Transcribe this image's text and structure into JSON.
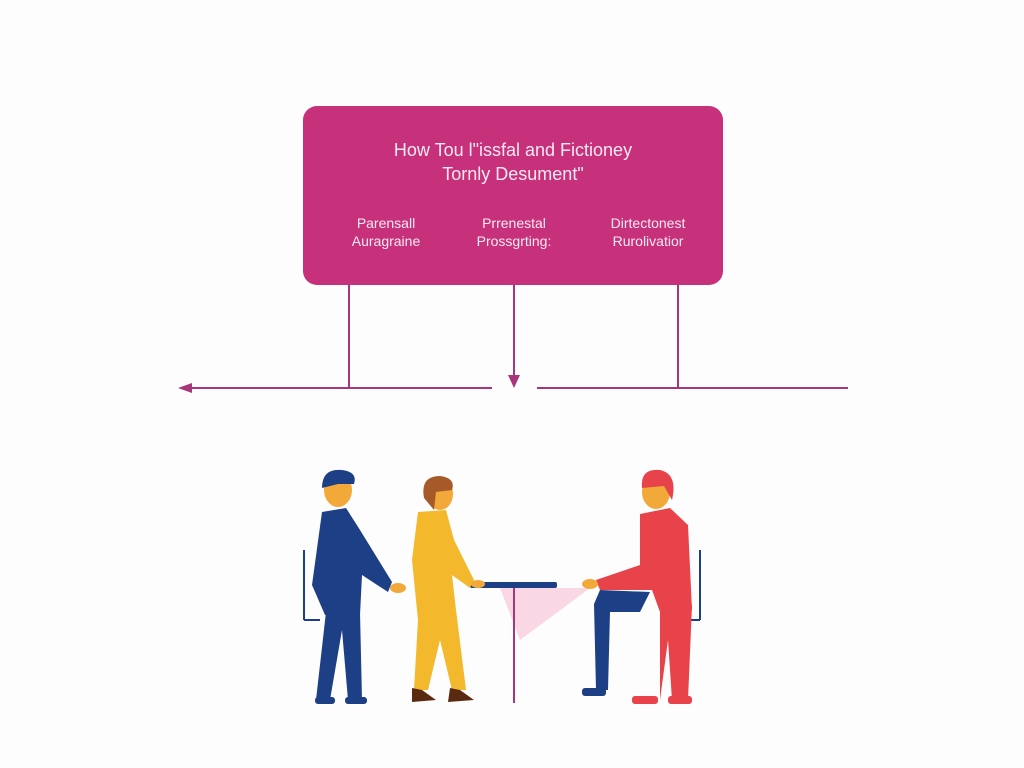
{
  "diagram": {
    "title_line1": "How Tou l\"issfal and Fictioney",
    "title_line2": "Tornly Desument\"",
    "columns": [
      {
        "line1": "Parensall",
        "line2": "Auragraine"
      },
      {
        "line1": "Prrenestal",
        "line2": "Prossgrting:"
      },
      {
        "line1": "Dirtectonest",
        "line2": "Rurolivatior"
      }
    ],
    "colors": {
      "box": "#c7317b",
      "line": "#a8367a",
      "person_blue": "#1d3f86",
      "person_yellow": "#f3b82c",
      "person_red": "#e8424a"
    }
  }
}
